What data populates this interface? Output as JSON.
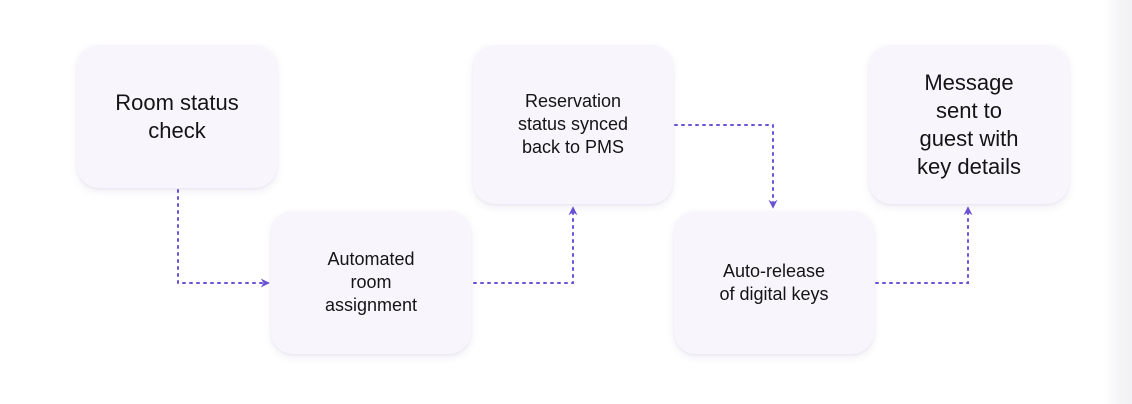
{
  "diagram": {
    "accent_color": "#6b52d6",
    "node_fill": "#f8f5fd",
    "nodes": [
      {
        "id": "room-status-check",
        "label": "Room status\ncheck"
      },
      {
        "id": "automated-room-assignment",
        "label": "Automated\nroom\nassignment"
      },
      {
        "id": "reservation-status-synced",
        "label": "Reservation\nstatus synced\nback to PMS"
      },
      {
        "id": "auto-release-digital-keys",
        "label": "Auto-release\nof digital keys"
      },
      {
        "id": "message-sent-to-guest",
        "label": "Message\nsent to\nguest with\nkey details"
      }
    ],
    "edges": [
      {
        "from": "room-status-check",
        "to": "automated-room-assignment",
        "style": "dotted",
        "arrow": "end"
      },
      {
        "from": "automated-room-assignment",
        "to": "reservation-status-synced",
        "style": "dotted",
        "arrow": "end"
      },
      {
        "from": "reservation-status-synced",
        "to": "auto-release-digital-keys",
        "style": "dotted",
        "arrow": "end"
      },
      {
        "from": "auto-release-digital-keys",
        "to": "message-sent-to-guest",
        "style": "dotted",
        "arrow": "end"
      }
    ]
  }
}
